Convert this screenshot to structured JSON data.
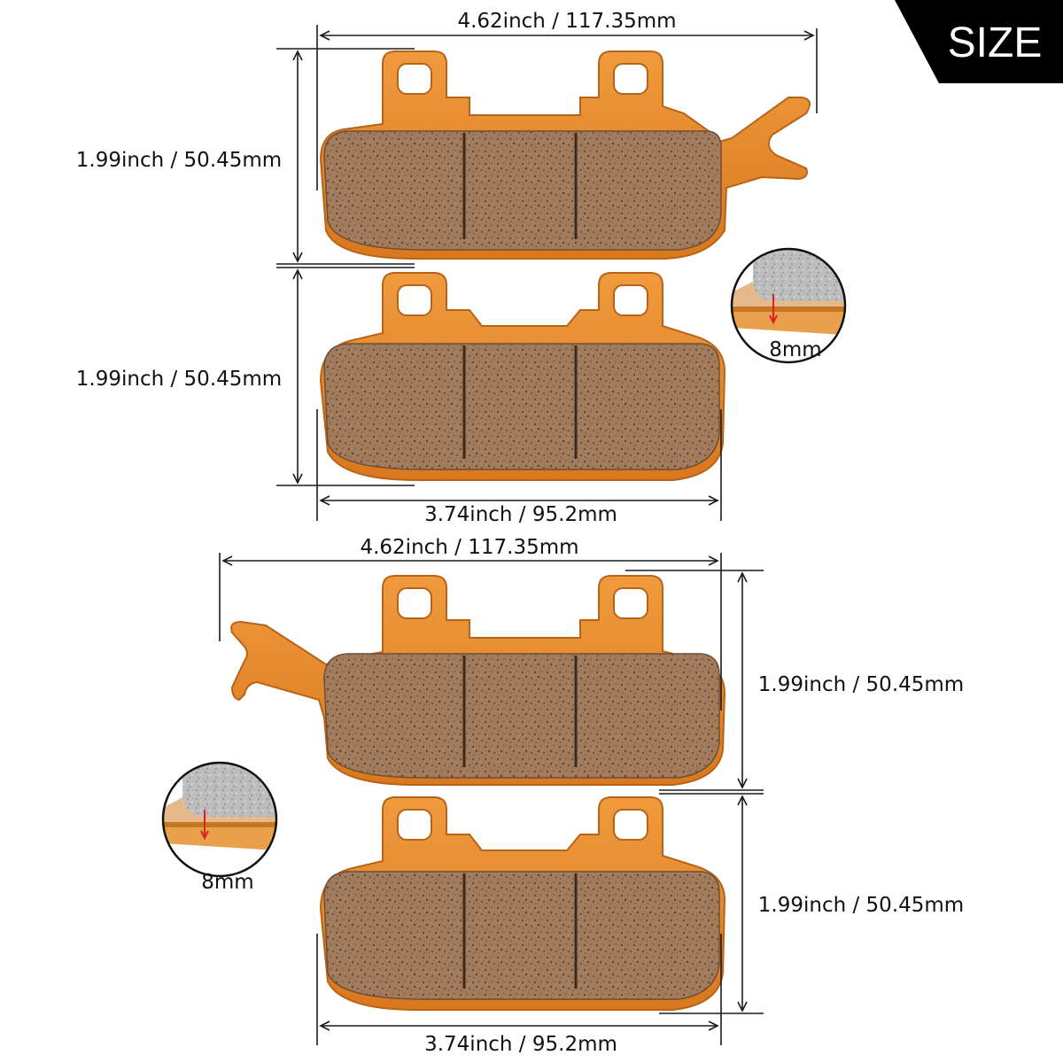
{
  "badge": {
    "label": "SIZE",
    "color": "#000000"
  },
  "colors": {
    "backing_plate": "#E8892E",
    "backing_plate_edge": "#B86418",
    "friction_pad": "#A27A5C",
    "pad_speckle": "#5E4430",
    "pad_slot": "#3A2A1E",
    "dimension_line": "#1A1A1A",
    "thickness_marker": "#E02020"
  },
  "pads": [
    {
      "id": "pad-1",
      "tab": "right",
      "width_label": "4.62inch / 117.35mm",
      "height_label": "1.99inch / 50.45mm"
    },
    {
      "id": "pad-2",
      "tab": "none",
      "height_label": "1.99inch / 50.45mm",
      "base_width_label": "3.74inch / 95.2mm"
    },
    {
      "id": "pad-3",
      "tab": "left",
      "width_label": "4.62inch / 117.35mm",
      "height_label": "1.99inch / 50.45mm"
    },
    {
      "id": "pad-4",
      "tab": "none",
      "height_label": "1.99inch / 50.45mm",
      "base_width_label": "3.74inch / 95.2mm"
    }
  ],
  "callouts": [
    {
      "id": "callout-top",
      "thickness_label": "8mm"
    },
    {
      "id": "callout-bottom",
      "thickness_label": "8mm"
    }
  ]
}
